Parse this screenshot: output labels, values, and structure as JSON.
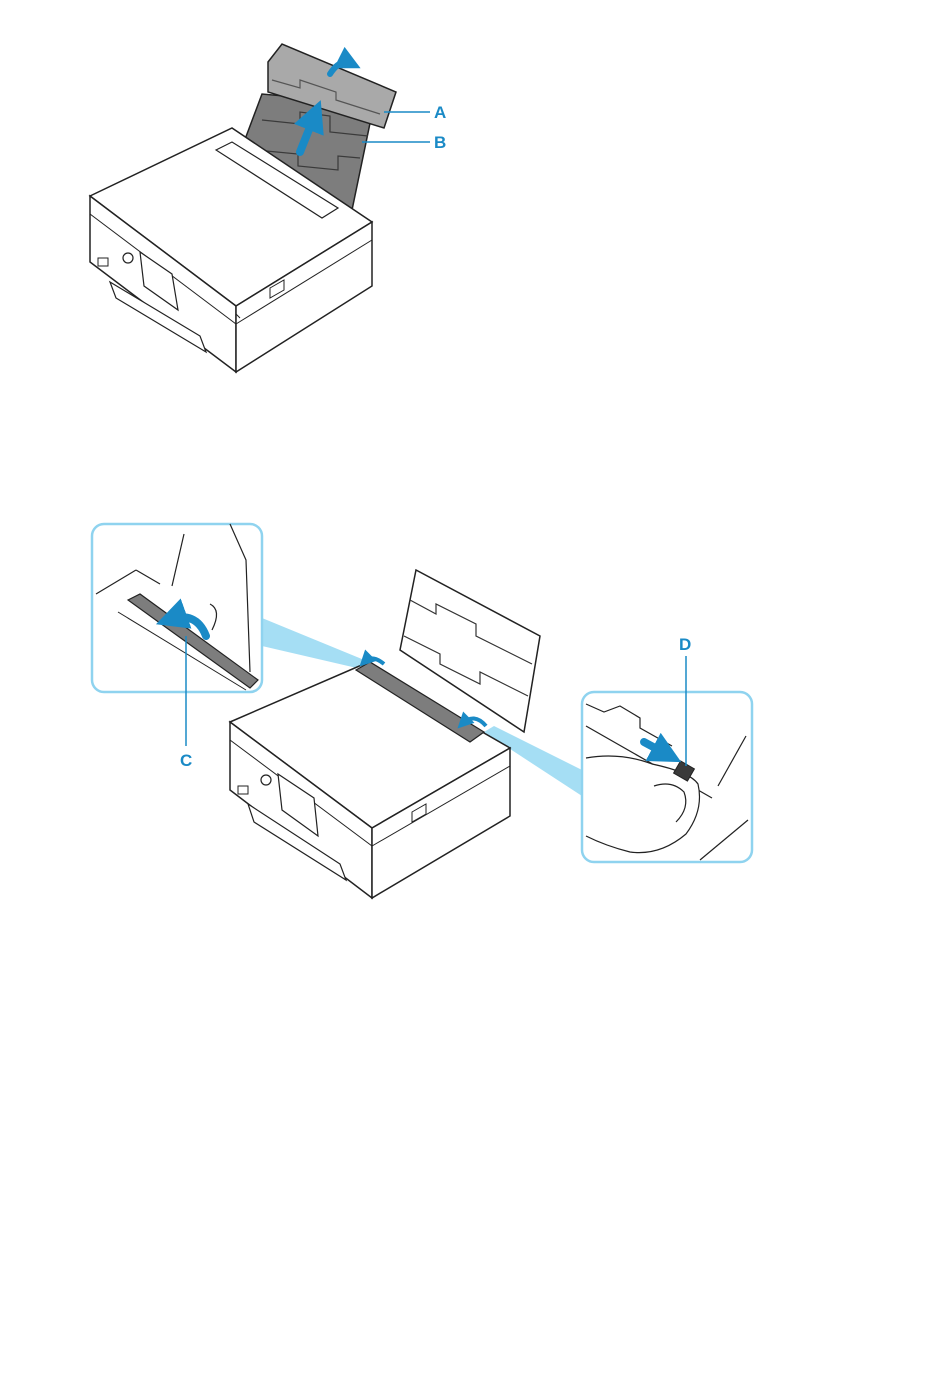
{
  "figure1": {
    "labels": {
      "a": "A",
      "b": "B"
    }
  },
  "figure2": {
    "labels": {
      "c": "C",
      "d": "D"
    }
  },
  "colors": {
    "accent": "#1a8ac6",
    "zoom_border": "#8fd3ef",
    "zoom_beam": "#7fd0ef",
    "line": "#222222",
    "tray": "#7d7d7d",
    "cover": "#a9a9a9"
  }
}
